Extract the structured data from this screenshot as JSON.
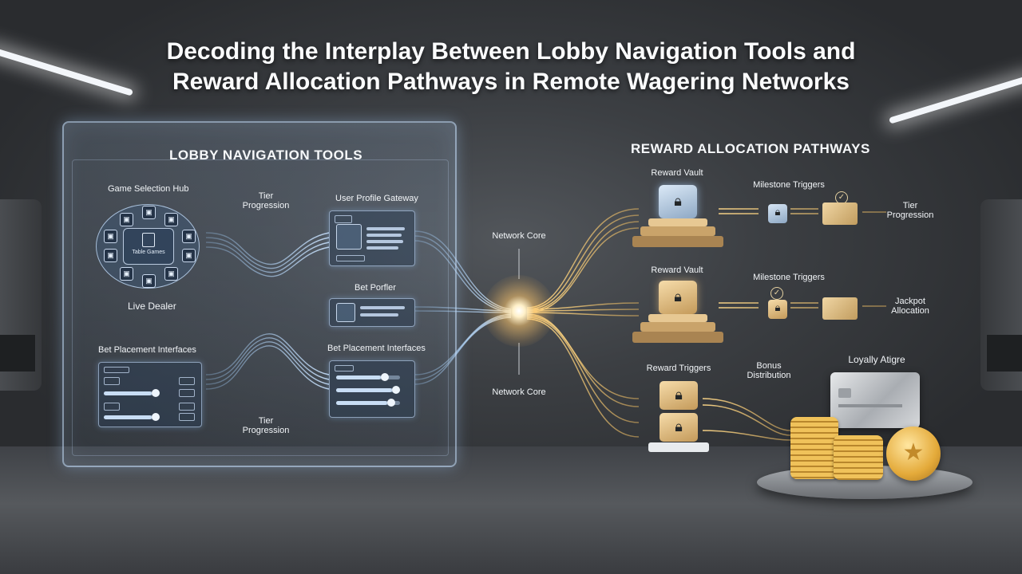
{
  "title_lines": [
    "Decoding the Interplay Between Lobby Navigation Tools and",
    "Reward Allocation Pathways in Remote Wagering Networks"
  ],
  "lobby": {
    "heading": "LOBBY NAVIGATION TOOLS",
    "game_selection_hub": "Game Selection Hub",
    "hub_center_label": "Table Games",
    "live_dealer": "Live Dealer",
    "tier_progression_top": "Tier\nProgression",
    "tier_progression_bottom": "Tier\nProgression",
    "user_profile_gateway": "User Profile Gateway",
    "bet_profiler": "Bet Porfler",
    "bet_placement_left": "Bet Placement Interfaces",
    "bet_placement_right": "Bet Placement Interfaces"
  },
  "center": {
    "network_core_top": "Network Core",
    "network_core_bottom": "Network Core"
  },
  "rewards": {
    "heading": "REWARD ALLOCATION PATHWAYS",
    "rows": [
      {
        "vault_label": "Reward Vault",
        "trigger_label": "Milestone Triggers",
        "end_label": "Tier\nProgression"
      },
      {
        "vault_label": "Reward Vault",
        "trigger_label": "Milestone Triggers",
        "end_label": "Jackpot\nAllocation"
      }
    ],
    "reward_triggers": "Reward Triggers",
    "bonus_distribution": "Bonus\nDistribution",
    "loyalty": "Loyally Atigre"
  },
  "colors": {
    "lobby_accent": "#bcd8f5",
    "reward_accent": "#e8c27a",
    "core_glow": "#fff0c8"
  },
  "icons": [
    "lock-icon",
    "check-icon",
    "user-avatar-icon",
    "star-coin-icon",
    "credit-card-icon"
  ]
}
